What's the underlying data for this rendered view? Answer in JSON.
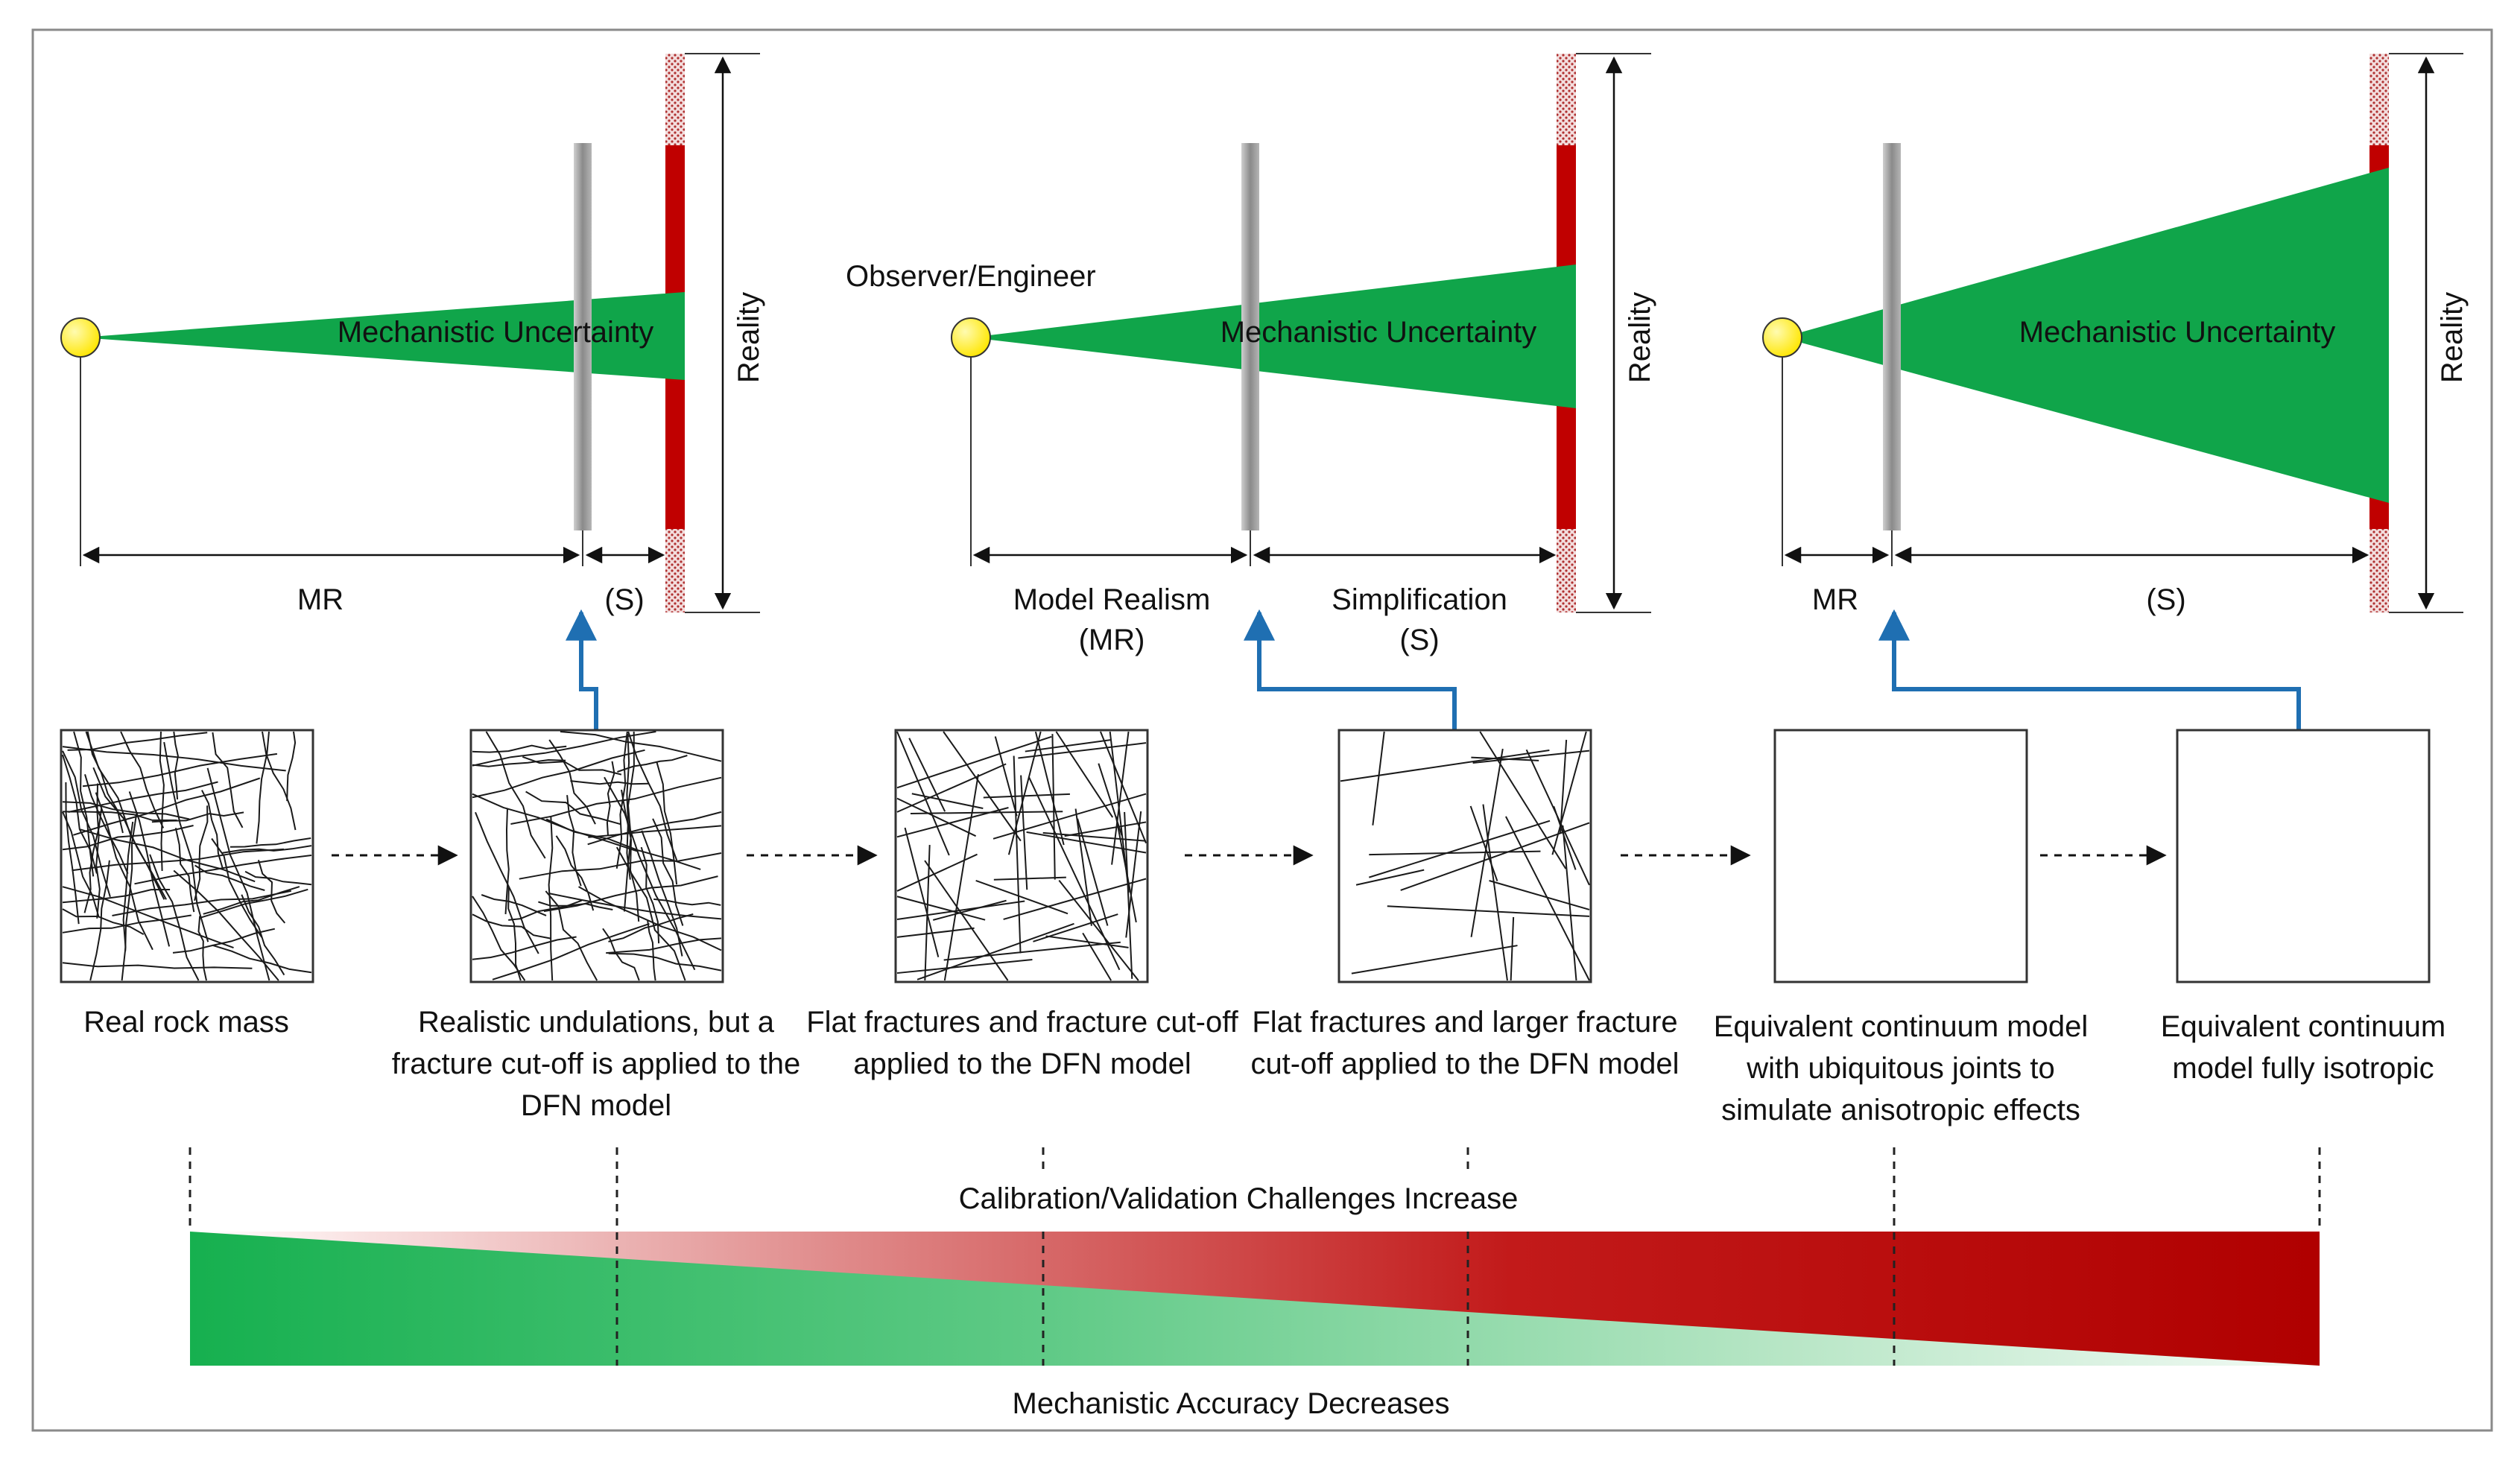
{
  "panels": [
    {
      "cone_label": "Mechanistic Uncertainty",
      "reality_label": "Reality",
      "mr_label": [
        "MR"
      ],
      "s_label": [
        "(S)"
      ]
    },
    {
      "observer_label": "Observer/Engineer",
      "cone_label": "Mechanistic Uncertainty",
      "reality_label": "Reality",
      "mr_label": [
        "Model Realism",
        "(MR)"
      ],
      "s_label": [
        "Simplification",
        "(S)"
      ]
    },
    {
      "cone_label": "Mechanistic Uncertainty",
      "reality_label": "Reality",
      "mr_label": [
        "MR"
      ],
      "s_label": [
        "(S)"
      ]
    }
  ],
  "models": [
    {
      "caption": [
        "Real rock mass"
      ],
      "fracture_density": "dense"
    },
    {
      "caption": [
        "Realistic undulations, but a",
        "fracture cut-off is applied to the",
        "DFN model"
      ],
      "fracture_density": "dense"
    },
    {
      "caption": [
        "Flat fractures and fracture cut-off",
        "applied to the DFN model"
      ],
      "fracture_density": "dense-straight"
    },
    {
      "caption": [
        "Flat fractures and larger fracture",
        "cut-off applied to the DFN model"
      ],
      "fracture_density": "sparse"
    },
    {
      "caption": [
        "Equivalent continuum model",
        "with ubiquitous joints to",
        "simulate anisotropic effects"
      ],
      "fracture_density": "none"
    },
    {
      "caption": [
        "Equivalent continuum",
        "model fully isotropic"
      ],
      "fracture_density": "none"
    }
  ],
  "bottom": {
    "calibration_label": "Calibration/Validation Challenges Increase",
    "accuracy_label": "Mechanistic Accuracy Decreases"
  },
  "colors": {
    "cone_green": "#10a54a",
    "reality_red": "#c00000",
    "observer_yellow": "#ffee00",
    "arrow_blue": "#1f6fb2",
    "accuracy_green": "#16b04f",
    "challenge_red": "#b00000"
  }
}
